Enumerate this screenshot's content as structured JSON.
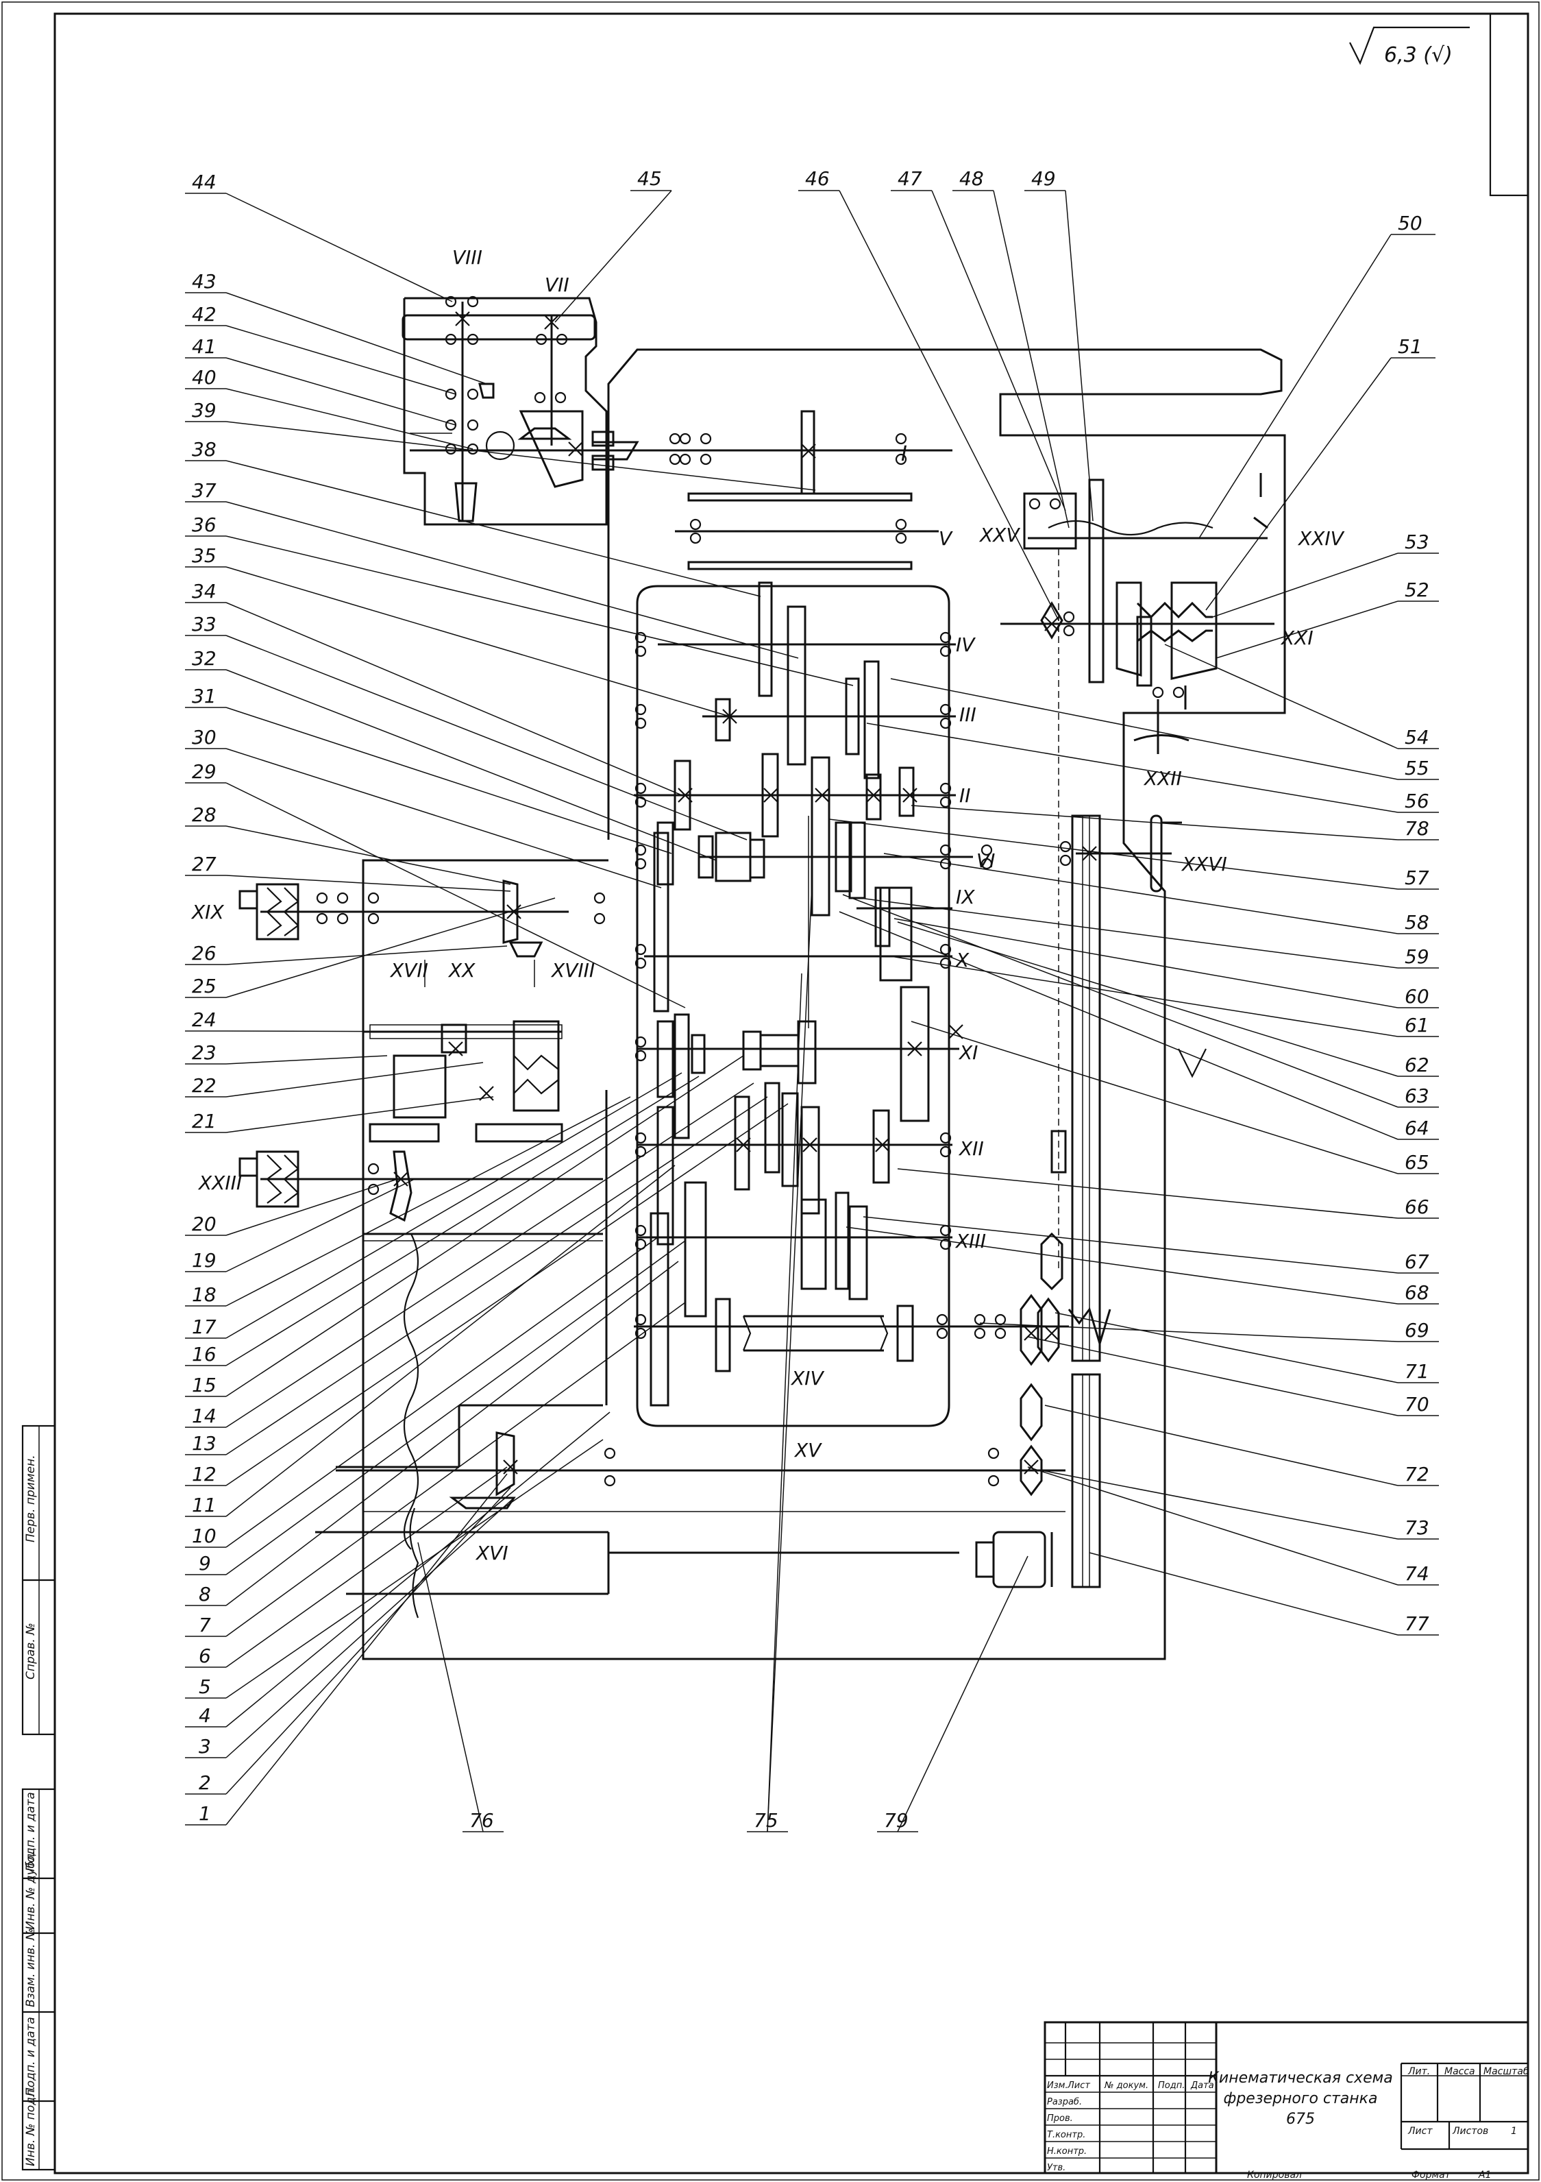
{
  "roughness_mark": "6,3 (√)",
  "shaft_labels": [
    "I",
    "II",
    "III",
    "IV",
    "V",
    "VI",
    "VII",
    "VIII",
    "IX",
    "X",
    "XI",
    "XII",
    "XIII",
    "XIV",
    "XV",
    "XVI",
    "XVII",
    "XVIII",
    "XIX",
    "XX",
    "XXI",
    "XXII",
    "XXIII",
    "XXIV",
    "XXV",
    "XXVI"
  ],
  "part_numbers": [
    "1",
    "2",
    "3",
    "4",
    "5",
    "6",
    "7",
    "8",
    "9",
    "10",
    "11",
    "12",
    "13",
    "14",
    "15",
    "16",
    "17",
    "18",
    "19",
    "20",
    "21",
    "22",
    "23",
    "24",
    "25",
    "26",
    "27",
    "28",
    "29",
    "30",
    "31",
    "32",
    "33",
    "34",
    "35",
    "36",
    "37",
    "38",
    "39",
    "40",
    "41",
    "42",
    "43",
    "44",
    "45",
    "46",
    "47",
    "48",
    "49",
    "50",
    "51",
    "52",
    "53",
    "54",
    "55",
    "56",
    "57",
    "58",
    "59",
    "60",
    "61",
    "62",
    "63",
    "64",
    "65",
    "66",
    "67",
    "68",
    "69",
    "70",
    "71",
    "72",
    "73",
    "74",
    "75",
    "76",
    "77",
    "78",
    "79"
  ],
  "title_block": {
    "title_line1": "Кинематическая схема",
    "title_line2": "фрезерного станка",
    "title_line3": "675",
    "col_izm": "Изм.",
    "col_list": "Лист",
    "col_docnum": "№ докум.",
    "col_sign": "Подп.",
    "col_date": "Дата",
    "row_razrab": "Разраб.",
    "row_prov": "Пров.",
    "row_tkontr": "Т.контр.",
    "row_nkontr": "Н.контр.",
    "row_utv": "Утв.",
    "lit": "Лит.",
    "massa": "Масса",
    "masshtab": "Масштаб",
    "list": "Лист",
    "listov": "Листов",
    "listov_value": "1",
    "kopiroval": "Копировал",
    "format": "Формат",
    "format_value": "А1"
  },
  "side_stamp": {
    "perv_primen": "Перв. примен.",
    "sprav_no": "Справ. №",
    "podp_data_1": "Подп. и дата",
    "inv_dubl": "Инв. № дубл.",
    "vzam_inv": "Взам. инв. №",
    "podp_data_2": "Подп. и дата",
    "inv_podl": "Инв. № подл."
  },
  "colors": {
    "ink": "#111111",
    "paper": "#ffffff"
  }
}
